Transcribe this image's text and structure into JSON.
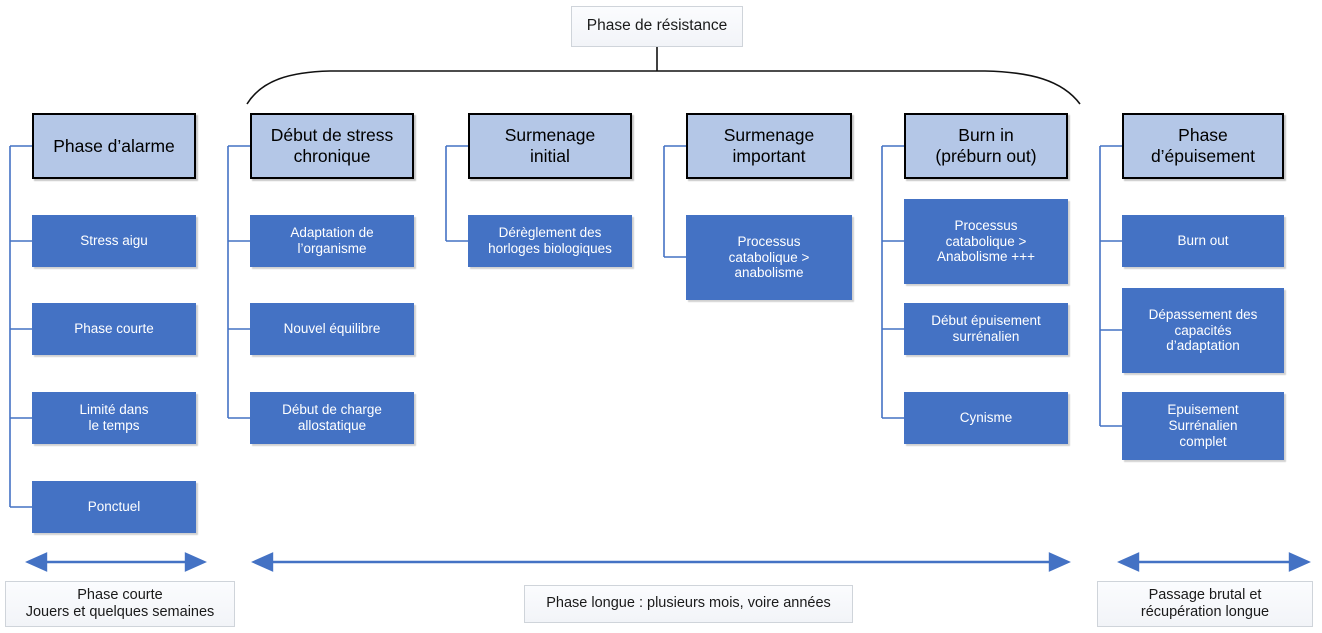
{
  "diagram": {
    "title_box": {
      "label": "Phase de résistance"
    },
    "colors": {
      "header_fill": "#B4C7E7",
      "sub_fill": "#4472C4",
      "connector": "#4472C4",
      "bracket": "#000000",
      "note_fill": "#F2F4F8",
      "text_dark": "#000000",
      "text_light": "#FFFFFF"
    },
    "phases": [
      {
        "id": "phase-alarme",
        "header": "Phase d’alarme",
        "items": [
          "Stress aigu",
          "Phase courte",
          "Limité dans\nle temps",
          "Ponctuel"
        ]
      },
      {
        "id": "debut-stress-chronique",
        "header": "Début de stress\nchronique",
        "items": [
          "Adaptation de\nl’organisme",
          "Nouvel équilibre",
          "Début de charge\nallostatique"
        ]
      },
      {
        "id": "surmenage-initial",
        "header": "Surmenage\ninitial",
        "items": [
          "Dérèglement des\nhorloges biologiques"
        ]
      },
      {
        "id": "surmenage-important",
        "header": "Surmenage\nimportant",
        "items": [
          "Processus\ncatabolique >\nanabolisme"
        ]
      },
      {
        "id": "burn-in",
        "header": "Burn in\n(préburn out)",
        "items": [
          "Processus\ncatabolique >\nAnabolisme +++",
          "Début épuisement\nsurrénalien",
          "Cynisme"
        ]
      },
      {
        "id": "phase-epuisement",
        "header": "Phase\nd’épuisement",
        "items": [
          "Burn out",
          "Dépassement des\ncapacités\nd’adaptation",
          "Epuisement\nSurrénalien\ncomplet"
        ]
      }
    ],
    "timeline": [
      {
        "id": "timeline-courte",
        "label": "Phase courte\nJouers et quelques semaines"
      },
      {
        "id": "timeline-longue",
        "label": "Phase longue : plusieurs mois, voire années"
      },
      {
        "id": "timeline-passage",
        "label": "Passage brutal et\nrécupération longue"
      }
    ]
  }
}
